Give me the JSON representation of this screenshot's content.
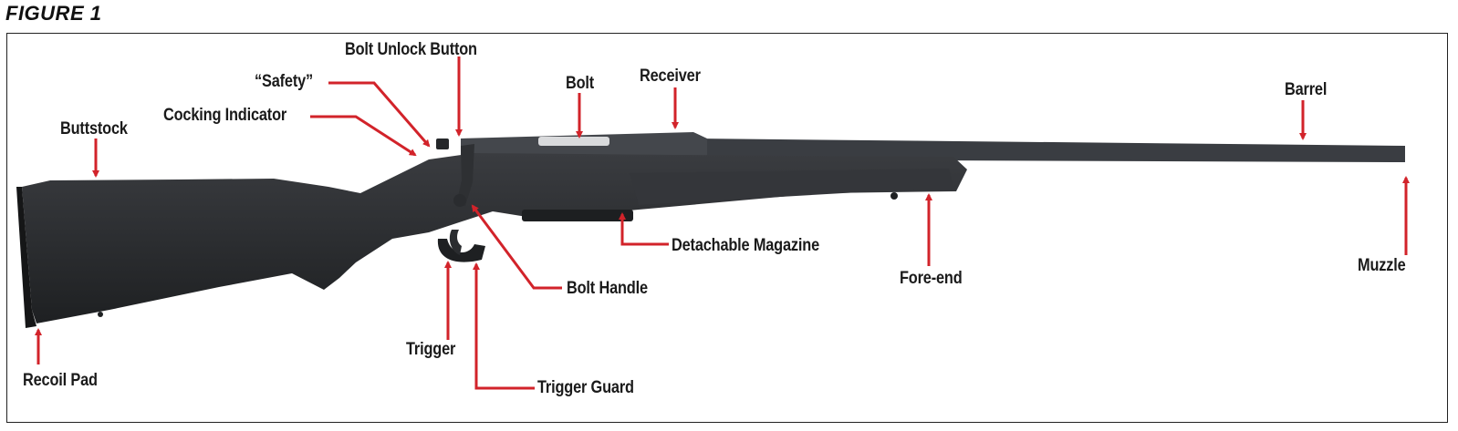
{
  "figure_title": "FIGURE 1",
  "colors": {
    "arrow": "#d2232a",
    "rifle_body": "#2b2d30",
    "rifle_metal": "#3a3d42",
    "frame": "#222222"
  },
  "labels": {
    "bolt_unlock_button": "Bolt Unlock Button",
    "safety": "“Safety”",
    "bolt": "Bolt",
    "receiver": "Receiver",
    "barrel": "Barrel",
    "cocking_indicator": "Cocking Indicator",
    "buttstock": "Buttstock",
    "detachable_magazine": "Detachable Magazine",
    "fore_end": "Fore-end",
    "muzzle": "Muzzle",
    "bolt_handle": "Bolt Handle",
    "trigger": "Trigger",
    "recoil_pad": "Recoil Pad",
    "trigger_guard": "Trigger Guard"
  }
}
